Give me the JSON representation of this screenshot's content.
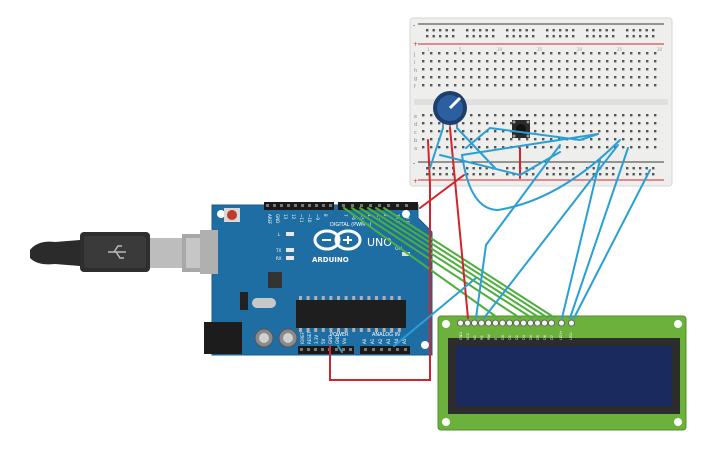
{
  "breadboard": {
    "row_labels_top": [
      "j",
      "i",
      "h",
      "g",
      "f"
    ],
    "row_labels_bottom": [
      "e",
      "d",
      "c",
      "b",
      "a"
    ],
    "column_numbers": [
      "1",
      "5",
      "10",
      "15",
      "20",
      "25",
      "30"
    ],
    "rail_plus": "+",
    "rail_minus": "-"
  },
  "arduino": {
    "brand": "ARDUINO",
    "model": "UNO",
    "digital_header_label": "DIGITAL (PWM~)",
    "power_label": "POWER",
    "analog_label": "ANALOG IN",
    "power_pins": [
      "IOREF",
      "RESET",
      "3.3V",
      "5V",
      "GND",
      "GND",
      "Vin"
    ],
    "analog_pins": [
      "A0",
      "A1",
      "A2",
      "A3",
      "A4",
      "A5"
    ],
    "digital_pins": [
      "AREF",
      "GND",
      "13",
      "12",
      "~11",
      "~10",
      "~9",
      "8",
      "7",
      "~6",
      "~5",
      "4",
      "~3",
      "2",
      "TX 1",
      "RX 0"
    ],
    "leds": [
      "L",
      "TX",
      "RX"
    ],
    "on_label": "ON"
  },
  "lcd": {
    "pin_labels": [
      "GND",
      "VCC",
      "V0",
      "RS",
      "RW",
      "E",
      "D0",
      "D1",
      "D2",
      "D3",
      "D4",
      "D5",
      "D6",
      "D7",
      "LED+",
      "LED-"
    ]
  },
  "colors": {
    "arduino_body": "#1f6ea3",
    "lcd_board": "#6bb13c",
    "lcd_screen": "#1a2a5e",
    "breadboard": "#eeeeec",
    "wire_blue": "#2a9fd6",
    "wire_red": "#d0262b",
    "wire_green": "#4daf3b",
    "potentiometer": "#2b5fa0"
  }
}
